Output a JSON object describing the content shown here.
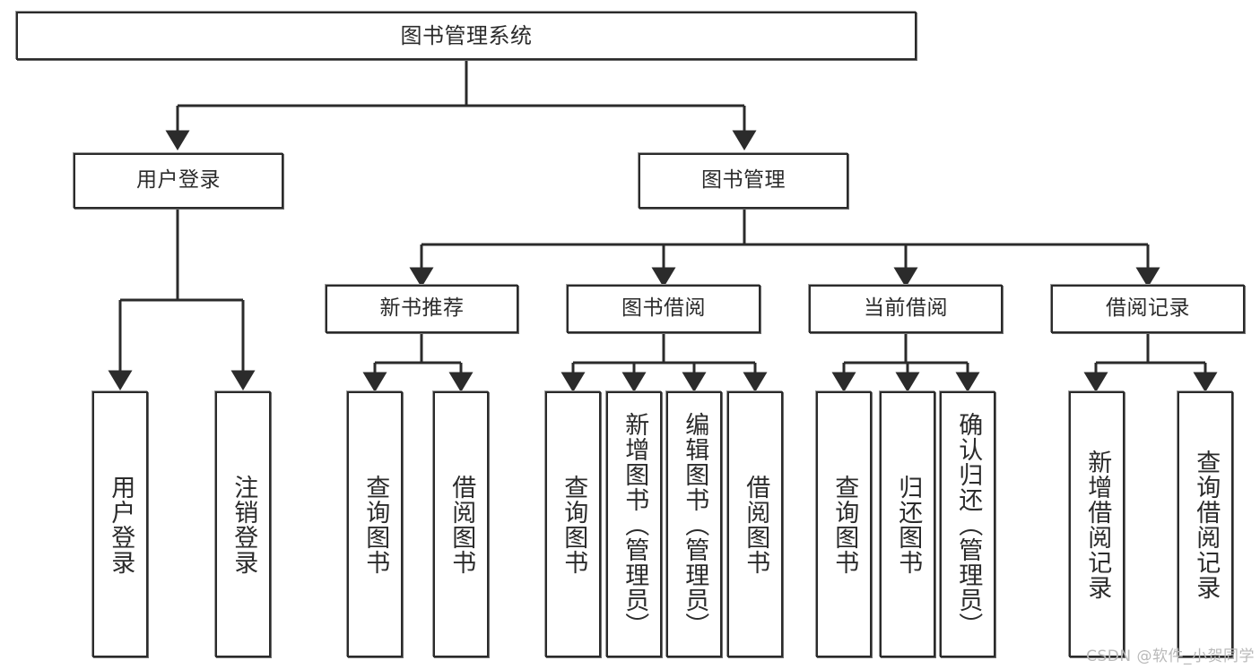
{
  "diagram": {
    "title": "图书管理系统",
    "nodes": {
      "root": {
        "label": "图书管理系统"
      },
      "user_login": {
        "label": "用户登录"
      },
      "book_mgmt": {
        "label": "图书管理"
      },
      "new_book": {
        "label": "新书推荐"
      },
      "borrow": {
        "label": "图书借阅"
      },
      "current": {
        "label": "当前借阅"
      },
      "records": {
        "label": "借阅记录"
      },
      "leaf_user_login": {
        "label": "用户登录"
      },
      "leaf_user_logout": {
        "label": "注销登录"
      },
      "leaf_nb_query": {
        "label": "查询图书"
      },
      "leaf_nb_borrow": {
        "label": "借阅图书"
      },
      "leaf_bw_query": {
        "label": "查询图书"
      },
      "leaf_bw_add": {
        "label": "新增图书（管理员）"
      },
      "leaf_bw_edit": {
        "label": "编辑图书（管理员）"
      },
      "leaf_bw_borrow": {
        "label": "借阅图书"
      },
      "leaf_cur_query": {
        "label": "查询图书"
      },
      "leaf_cur_return": {
        "label": "归还图书"
      },
      "leaf_cur_confirm": {
        "label": "确认归还（管理员）"
      },
      "leaf_rec_add": {
        "label": "新增借阅记录"
      },
      "leaf_rec_query": {
        "label": "查询借阅记录"
      }
    },
    "watermark": "CSDN @软件_小贺同学",
    "colors": {
      "stroke": "#2b2b2b",
      "background": "#ffffff",
      "watermark": "#b9b9b9"
    }
  }
}
